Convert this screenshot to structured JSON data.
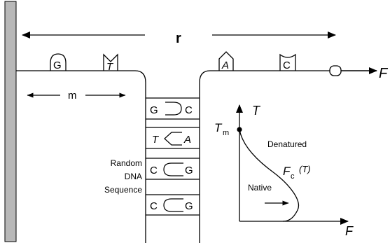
{
  "labels": {
    "r": "r",
    "m": "m",
    "F": "F",
    "T": "T",
    "Tm_main": "T",
    "Tm_sub": "m",
    "denatured": "Denatured",
    "native": "Native",
    "fc_main": "F",
    "fc_sub": "c",
    "fc_arg": "(T)",
    "random_lines": [
      "Random",
      "DNA",
      "Sequence"
    ]
  },
  "top_strand_bases": [
    "G",
    "T",
    "A",
    "C"
  ],
  "base_pairs": [
    {
      "left": "G",
      "right": "C"
    },
    {
      "left": "T",
      "right": "A"
    },
    {
      "left": "C",
      "right": "G"
    },
    {
      "left": "C",
      "right": "G"
    }
  ],
  "colors": {
    "wall_fill": "#b8b8b8",
    "stroke": "#000000",
    "background": "#ffffff"
  }
}
